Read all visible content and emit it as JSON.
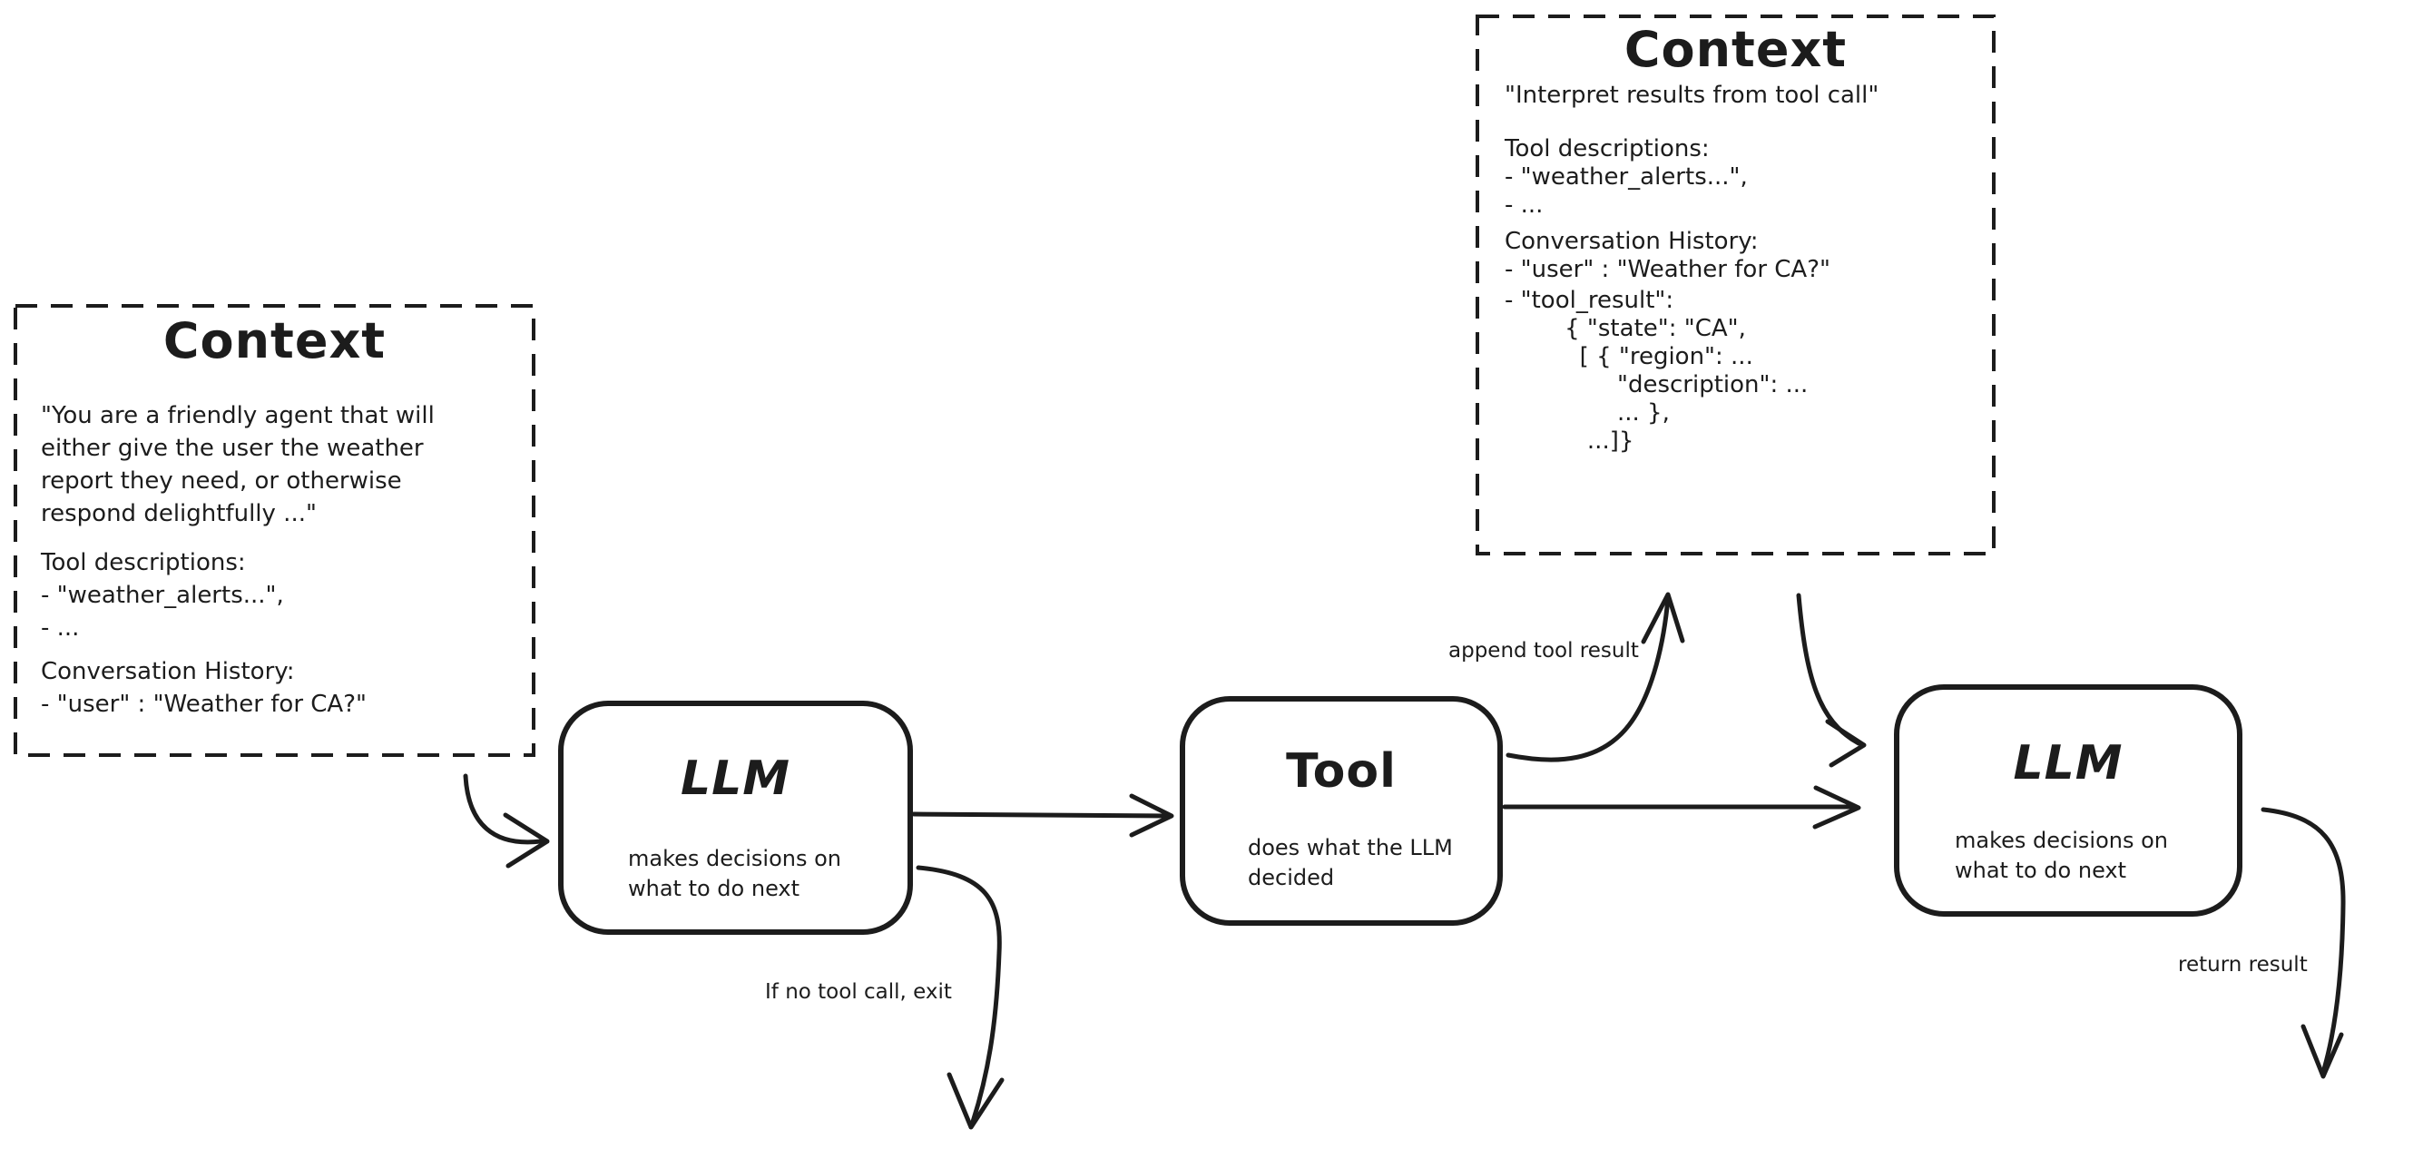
{
  "meta": {
    "ink_color": "#1c1c1c",
    "background_color": "#ffffff"
  },
  "context_left": {
    "title": "Context",
    "system_prompt": "\"You are a friendly agent that will\neither give the user the weather\nreport they need, or otherwise\nrespond delightfully ...\"",
    "tool_descriptions": "Tool descriptions:\n- \"weather_alerts...\",\n- ...",
    "conversation_history": "Conversation History:\n- \"user\" : \"Weather for CA?\""
  },
  "context_right": {
    "title": "Context",
    "instruction": "\"Interpret results from tool call\"",
    "tool_descriptions": "Tool descriptions:\n- \"weather_alerts...\",\n- ...",
    "conversation_history": "Conversation History:\n- \"user\" : \"Weather for CA?\"",
    "tool_result": "- \"tool_result\":\n        { \"state\": \"CA\",\n          [ { \"region\": ...\n               \"description\": ...\n               ... },\n           ...]}"
  },
  "nodes": {
    "llm1": {
      "title": "LLM",
      "subtitle": "makes decisions on\nwhat to do next"
    },
    "tool": {
      "title": "Tool",
      "subtitle": "does what the LLM\ndecided"
    },
    "llm2": {
      "title": "LLM",
      "subtitle": "makes decisions on\nwhat to do next"
    }
  },
  "edge_labels": {
    "append_tool_result": "append tool result",
    "if_no_tool_call_exit": "If no tool call, exit",
    "return_result": "return result"
  }
}
